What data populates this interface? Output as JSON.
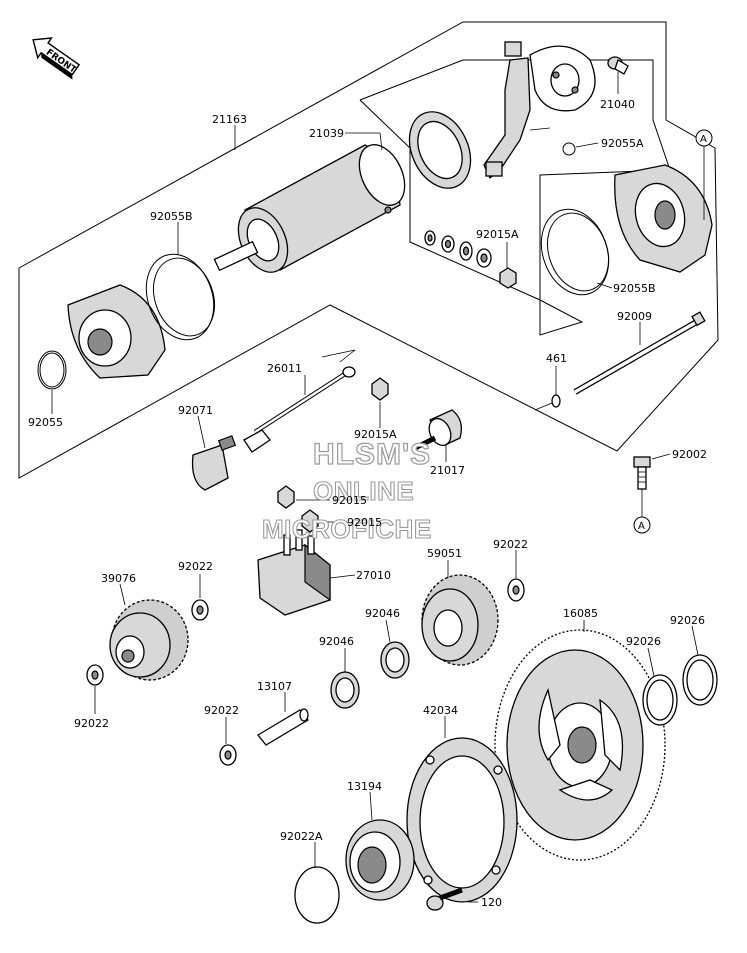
{
  "front_label": "FRONT",
  "ref_mark": "A",
  "watermark": {
    "line1": "HLSM'S",
    "line2": "ONLINE",
    "line3": "MICROFICHE"
  },
  "part_numbers": {
    "p21163": "21163",
    "p21039": "21039",
    "p21040": "21040",
    "p92055A": "92055A",
    "p92055B_left": "92055B",
    "p92015A_upper": "92015A",
    "p92055B_right": "92055B",
    "p92009": "92009",
    "p461": "461",
    "p92055": "92055",
    "p26011": "26011",
    "p92071": "92071",
    "p92015A_lower": "92015A",
    "p21017": "21017",
    "p92002": "92002",
    "p92015_a": "92015",
    "p92015_b": "92015",
    "p27010": "27010",
    "p59051": "59051",
    "p92022_top": "92022",
    "p39076": "39076",
    "p92022_mid": "92022",
    "p92046_a": "92046",
    "p92046_b": "92046",
    "p16085": "16085",
    "p92026_a": "92026",
    "p92026_b": "92026",
    "p92022_left": "92022",
    "p13107": "13107",
    "p92022_low": "92022",
    "p42034": "42034",
    "p13194": "13194",
    "p92022A": "92022A",
    "p120": "120"
  }
}
